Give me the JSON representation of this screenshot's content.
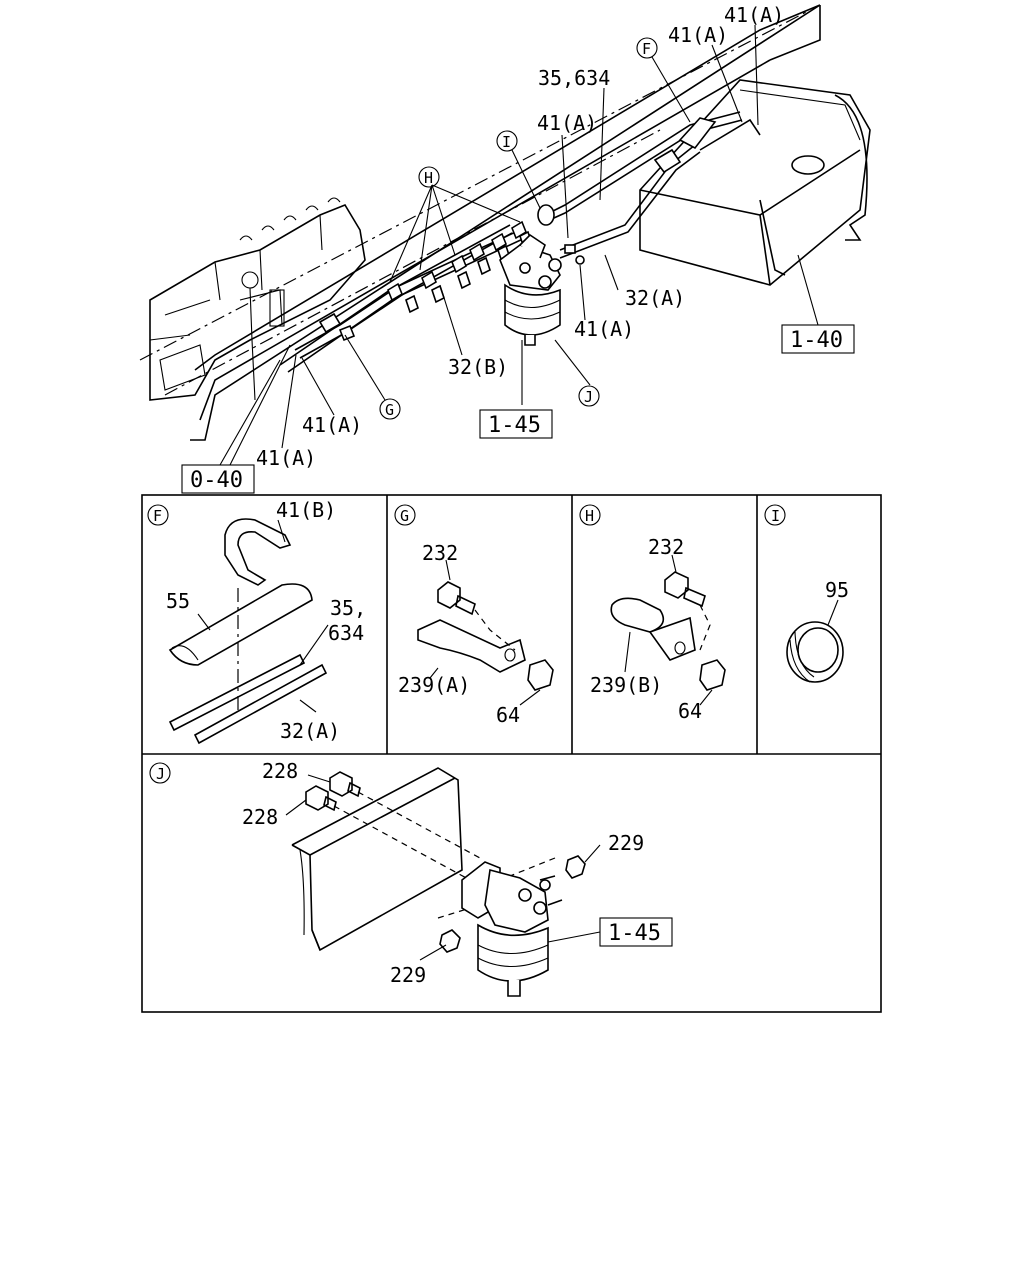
{
  "callouts_main": {
    "c41a_top": "41(A)",
    "c41a_2": "41(A)",
    "c35_634": "35,634",
    "c41a_3": "41(A)",
    "c32a": "32(A)",
    "c41a_4": "41(A)",
    "c32b": "32(B)",
    "c41a_5": "41(A)",
    "c41a_6": "41(A)"
  },
  "refs_main": {
    "r1_40": "1-40",
    "r1_45": "1-45",
    "r0_40": "0-40"
  },
  "markers": {
    "F": "F",
    "G": "G",
    "H": "H",
    "I": "I",
    "J": "J"
  },
  "panel_f": {
    "c41b": "41(B)",
    "c55": "55",
    "c35": "35,",
    "c634": "634",
    "c32a": "32(A)"
  },
  "panel_g": {
    "c232": "232",
    "c239a": "239(A)",
    "c64": "64"
  },
  "panel_h": {
    "c232": "232",
    "c239b": "239(B)",
    "c64": "64"
  },
  "panel_i": {
    "c95": "95"
  },
  "panel_j": {
    "c228a": "228",
    "c228b": "228",
    "c229a": "229",
    "c229b": "229",
    "r1_45": "1-45"
  }
}
